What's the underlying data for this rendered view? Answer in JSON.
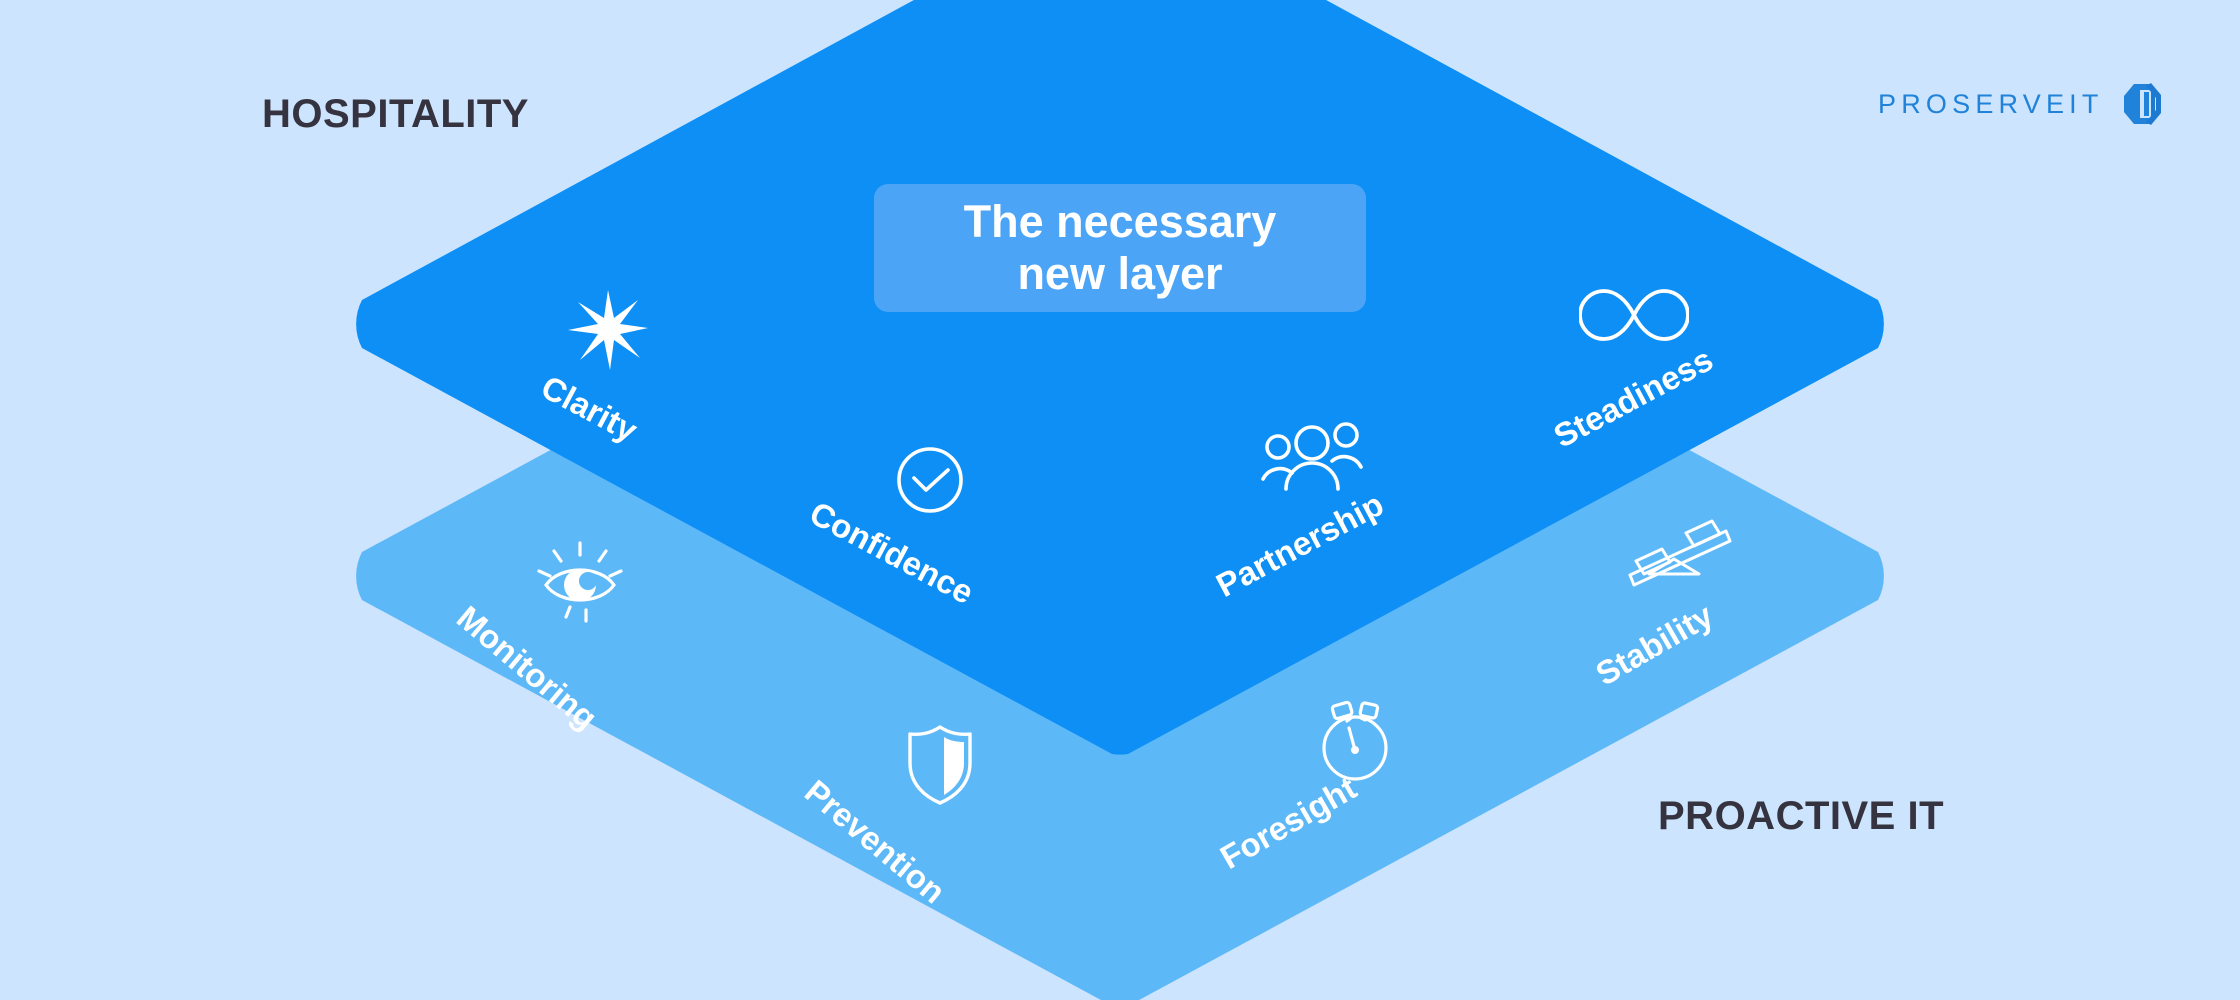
{
  "graphic": {
    "type": "layered-diamond-diagram",
    "background_color": "#cce4fd",
    "top_layer_color": "#0d8ff5",
    "bottom_layer_color": "#5db8f8",
    "center_pill_color": "#4ba4f6",
    "heading_color": "#353340",
    "label_color": "#ffffff"
  },
  "headings": {
    "top_layer": "HOSPITALITY",
    "bottom_layer": "PROACTIVE IT"
  },
  "logo": {
    "wordmark": "PROSERVEIT",
    "mark_name": "proserveit-cube-mark",
    "color": "#2082d8"
  },
  "center_pill": {
    "line1": "The necessary",
    "line2": "new layer"
  },
  "top_layer": {
    "name": "HOSPITALITY",
    "color": "#0d8ff5",
    "nodes": [
      {
        "label": "Clarity",
        "icon": "sparkle-burst-icon"
      },
      {
        "label": "Confidence",
        "icon": "circle-check-icon"
      },
      {
        "label": "Partnership",
        "icon": "people-group-icon"
      },
      {
        "label": "Steadiness",
        "icon": "infinity-icon"
      }
    ]
  },
  "bottom_layer": {
    "name": "PROACTIVE IT",
    "color": "#5db8f8",
    "nodes": [
      {
        "label": "Monitoring",
        "icon": "eye-rays-icon"
      },
      {
        "label": "Prevention",
        "icon": "shield-icon"
      },
      {
        "label": "Foresight",
        "icon": "stopwatch-icon"
      },
      {
        "label": "Stability",
        "icon": "balance-scale-icon"
      }
    ]
  }
}
